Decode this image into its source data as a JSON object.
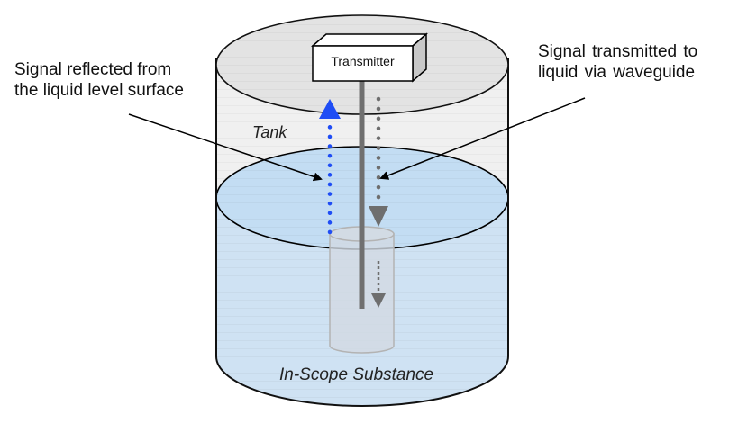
{
  "labels": {
    "reflected_line1": "Signal reflected from",
    "reflected_line2": "the liquid level surface",
    "transmitted_line1": "Signal transmitted to",
    "transmitted_line2": "liquid via waveguide",
    "transmitter": "Transmitter",
    "tank": "Tank",
    "substance": "In-Scope Substance"
  },
  "colors": {
    "liquid": "#cde3f5",
    "liquid_surface": "#c2ddf3",
    "tank_air": "#f0f0f0",
    "tank_top": "#e4e4e4",
    "reflected_signal": "#1f4df5",
    "transmitted_signal": "#6e6e6e",
    "waveguide": "#707070"
  }
}
